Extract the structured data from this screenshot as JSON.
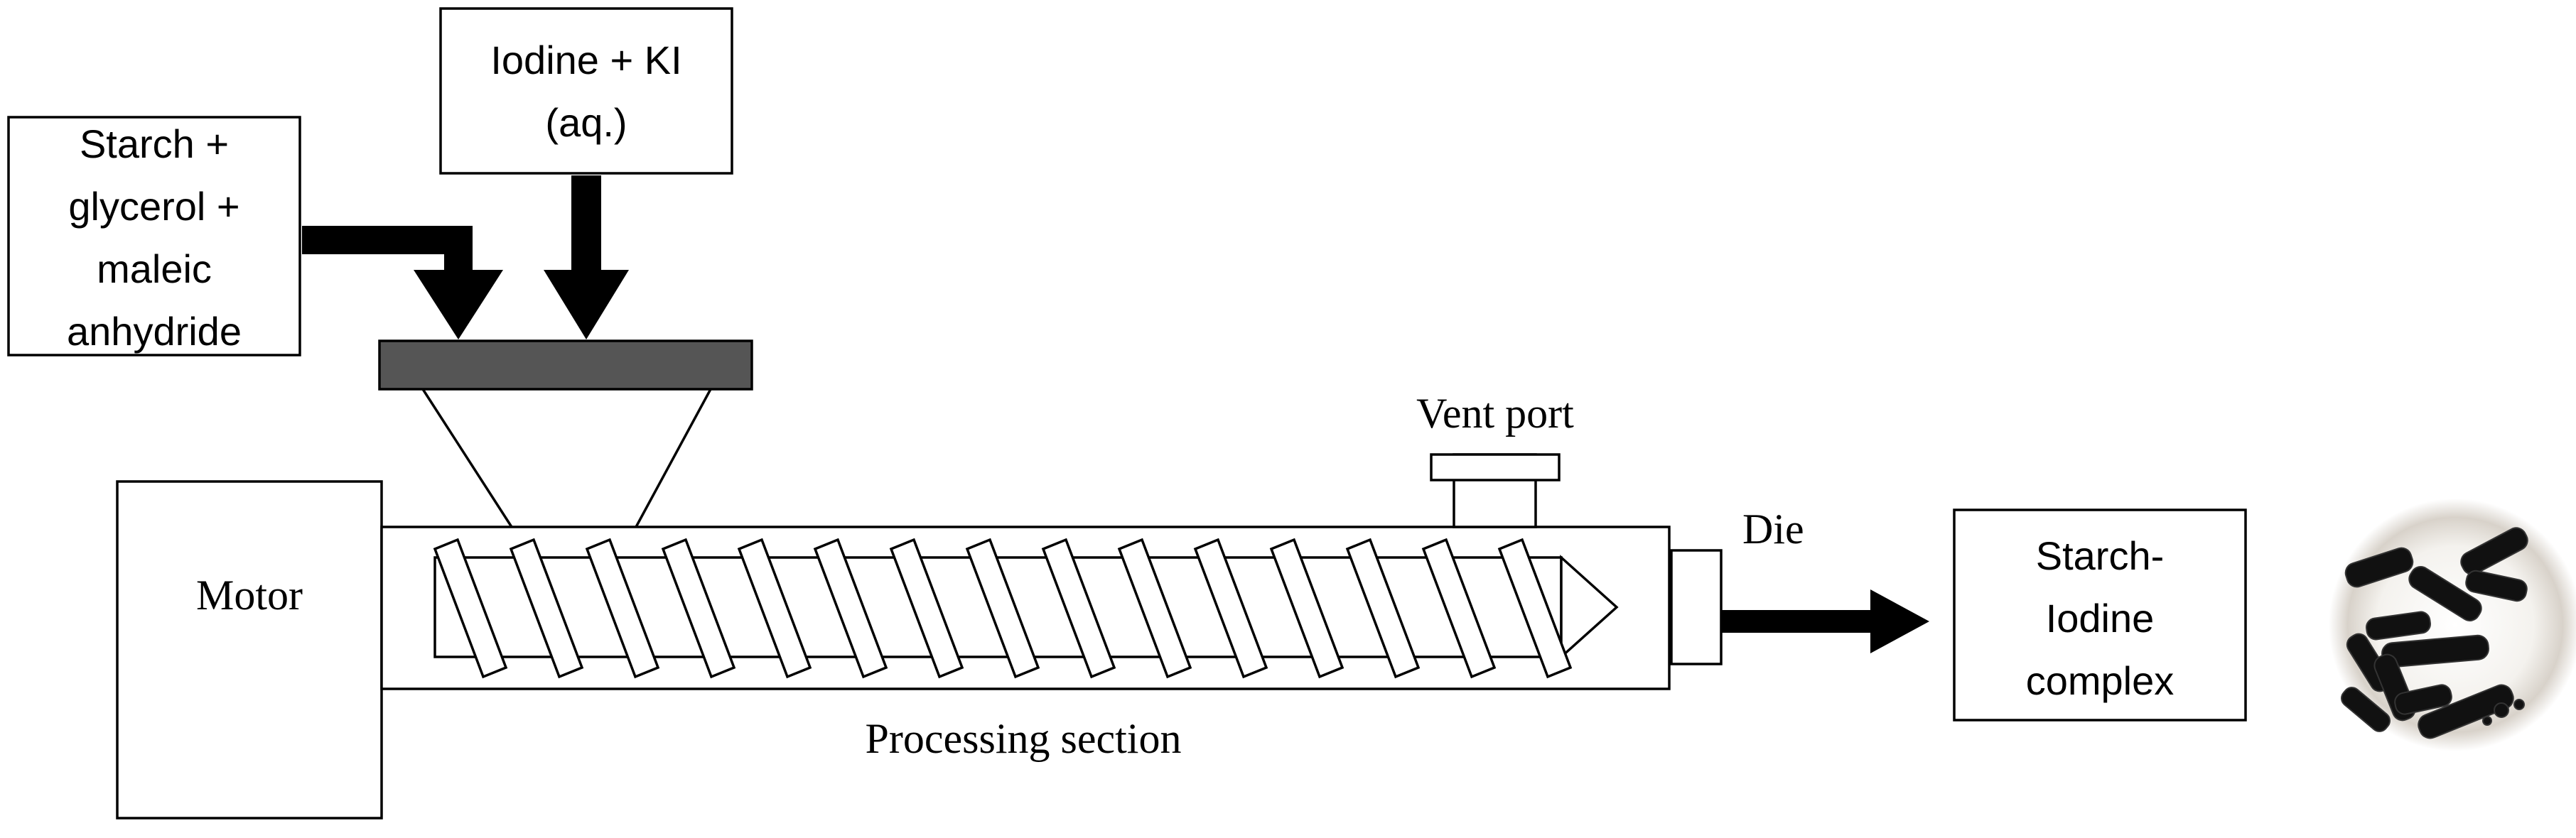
{
  "inputs": {
    "starch_mix": [
      "Starch +",
      "glycerol +",
      "maleic",
      "anhydride"
    ],
    "iodine": [
      "Iodine + KI",
      "(aq.)"
    ]
  },
  "extruder": {
    "motor": "Motor",
    "vent_port": "Vent port",
    "die": "Die",
    "processing_section": "Processing section"
  },
  "output": {
    "product": [
      "Starch-",
      "Iodine",
      "complex"
    ]
  },
  "colors": {
    "hopper_top": "#555555",
    "arrow": "#000000",
    "pellets": "#111111"
  }
}
